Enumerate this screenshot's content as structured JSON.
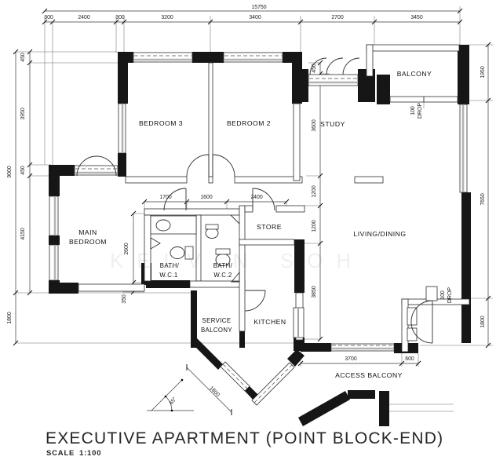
{
  "title": {
    "text": "EXECUTIVE APARTMENT (POINT BLOCK-END)",
    "scale_label": "SCALE",
    "scale_value": "1:100"
  },
  "watermark": "KELVIN SOH",
  "rooms": {
    "bedroom3": "BEDROOM 3",
    "bedroom2": "BEDROOM 2",
    "study": "STUDY",
    "balcony": "BALCONY",
    "main_bedroom_line1": "MAIN",
    "main_bedroom_line2": "BEDROOM",
    "bath1_line1": "BATH/",
    "bath1_line2": "W.C.1",
    "bath2_line1": "BATH/",
    "bath2_line2": "W.C.2",
    "store": "STORE",
    "living_dining": "LIVING/DINING",
    "service_line1": "SERVICE",
    "service_line2": "BALCONY",
    "kitchen": "KITCHEN",
    "access_balcony": "ACCESS BALCONY"
  },
  "dims": {
    "total_top": "15750",
    "top": [
      "300",
      "2400",
      "300",
      "3200",
      "3400",
      "2700",
      "3450"
    ],
    "left_outer": "9000",
    "left": [
      "450",
      "3950",
      "450",
      "4150"
    ],
    "left_bottom": "1800",
    "right": [
      "1950",
      "7650",
      "1800"
    ],
    "inner_vertical": [
      "450",
      "3600",
      "1200",
      "1200",
      "3850"
    ],
    "hall": [
      "1700",
      "1600",
      "2400"
    ],
    "bath_height": "2600",
    "bath_offset": "350",
    "bottom": [
      "3700",
      "600"
    ],
    "diagonal_door": "1800",
    "drop_line1": "100",
    "drop_line2": "DROP",
    "angle": "45°"
  },
  "colors": {
    "wall": "#161616",
    "dim_line": "#3a3a3a",
    "glazing": "#b3b3b3",
    "paper": "#ffffff"
  }
}
